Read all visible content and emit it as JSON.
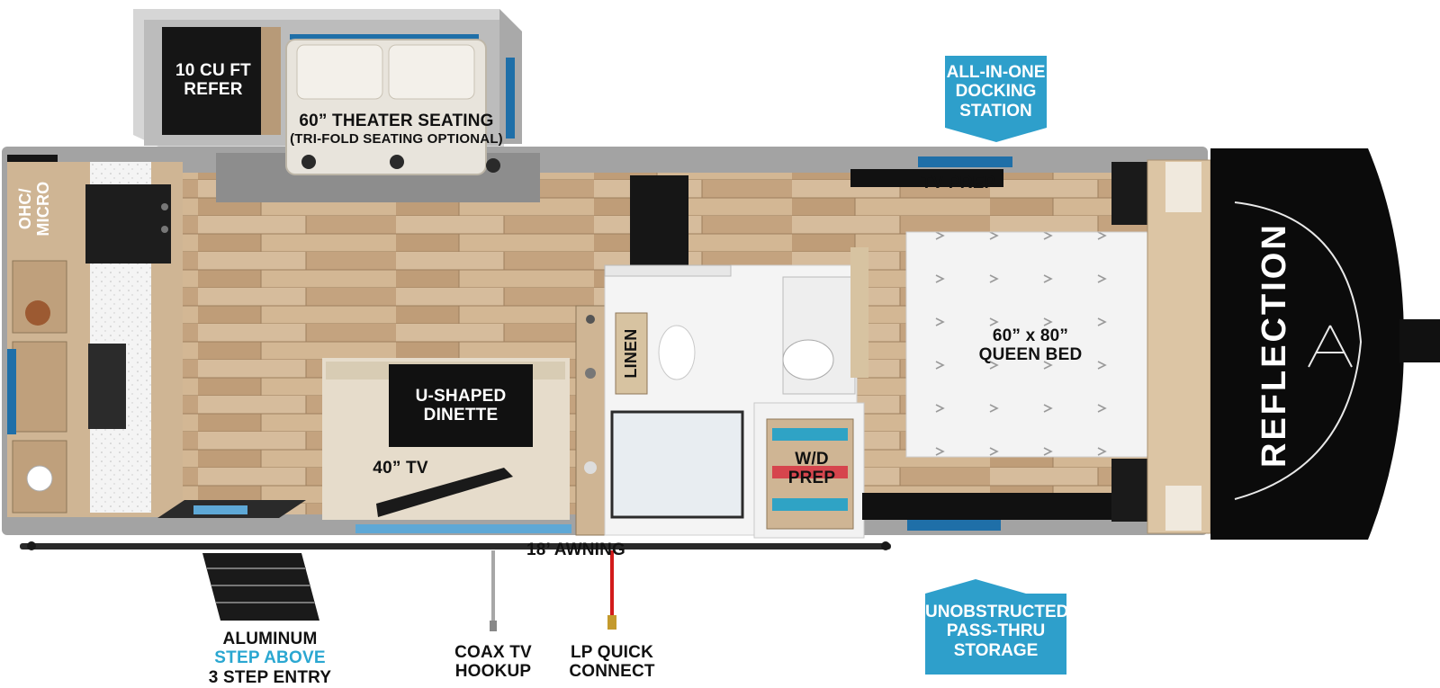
{
  "brand": "REFLECTION",
  "labels": {
    "refer": [
      "10 CU FT",
      "REFER"
    ],
    "theater": "60” THEATER SEATING",
    "theater_sub": "(TRI-FOLD SEATING OPTIONAL)",
    "ohc": [
      "OHC/",
      "MICRO"
    ],
    "dinette": [
      "U-SHAPED",
      "DINETTE"
    ],
    "tv40": "40” TV",
    "linen": "LINEN",
    "wd": [
      "W/D",
      "PREP"
    ],
    "bed": [
      "60” x 80”",
      "QUEEN BED"
    ],
    "tv_prep": "TV PREP",
    "awning": "18’ AWNING",
    "step": [
      "ALUMINUM",
      "STEP ABOVE",
      "3 STEP ENTRY"
    ],
    "coax": [
      "COAX TV",
      "HOOKUP"
    ],
    "lp": [
      "LP QUICK",
      "CONNECT"
    ]
  },
  "callouts": {
    "docking": [
      "ALL-IN-ONE",
      "DOCKING",
      "STATION"
    ],
    "storage": [
      "UNOBSTRUCTED",
      "PASS-THRU",
      "STORAGE"
    ]
  },
  "colors": {
    "callout_bg": "#2e9fcb",
    "accent_blue": "#2aa7d1",
    "floor": "#c9ab88",
    "wall": "#9c9c9c",
    "lp_line": "#d21b1b"
  }
}
